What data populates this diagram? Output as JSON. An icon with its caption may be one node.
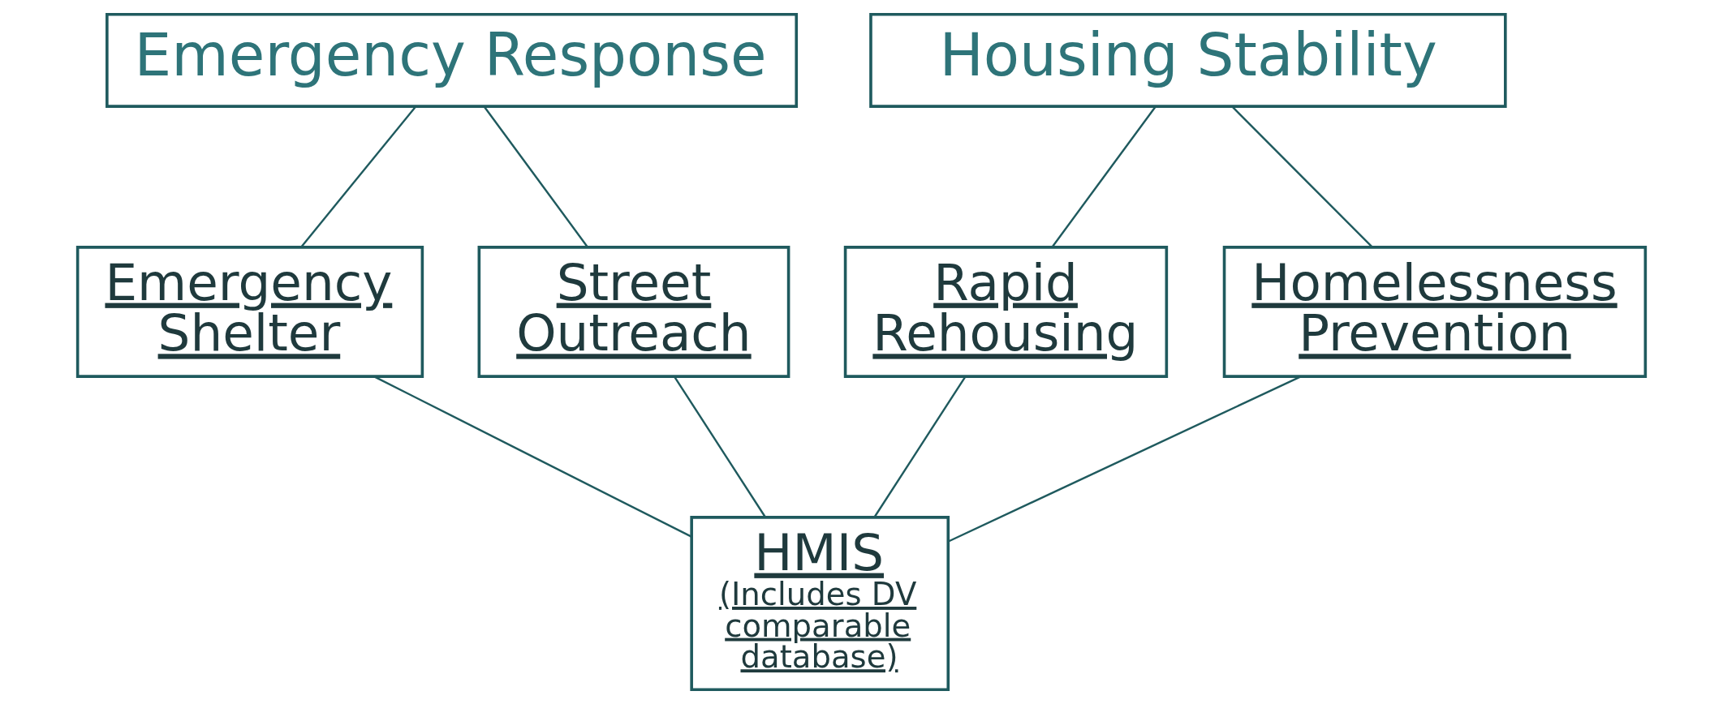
{
  "diagram": {
    "nodes": [
      {
        "text": [
          "Emergency Response"
        ]
      },
      {
        "text": [
          "Housing Stability"
        ]
      },
      {
        "text": [
          "Emergency Shelter"
        ]
      },
      {
        "text": [
          "Street Outreach"
        ]
      },
      {
        "text": [
          "Rapid Rehousing"
        ]
      },
      {
        "text": [
          "Homelessness Prevention"
        ]
      },
      {
        "text": [
          "HMIS",
          "(Includes DV comparable database)"
        ]
      }
    ],
    "edges": [
      {
        "from": 0,
        "to": 2,
        "arrow": "none"
      },
      {
        "from": 0,
        "to": 3,
        "arrow": "none"
      },
      {
        "from": 1,
        "to": 4,
        "arrow": "none"
      },
      {
        "from": 1,
        "to": 5,
        "arrow": "none"
      },
      {
        "from": 2,
        "to": 6,
        "arrow": "none"
      },
      {
        "from": 3,
        "to": 6,
        "arrow": "none"
      },
      {
        "from": 4,
        "to": 6,
        "arrow": "none"
      },
      {
        "from": 5,
        "to": 6,
        "arrow": "none"
      }
    ]
  }
}
